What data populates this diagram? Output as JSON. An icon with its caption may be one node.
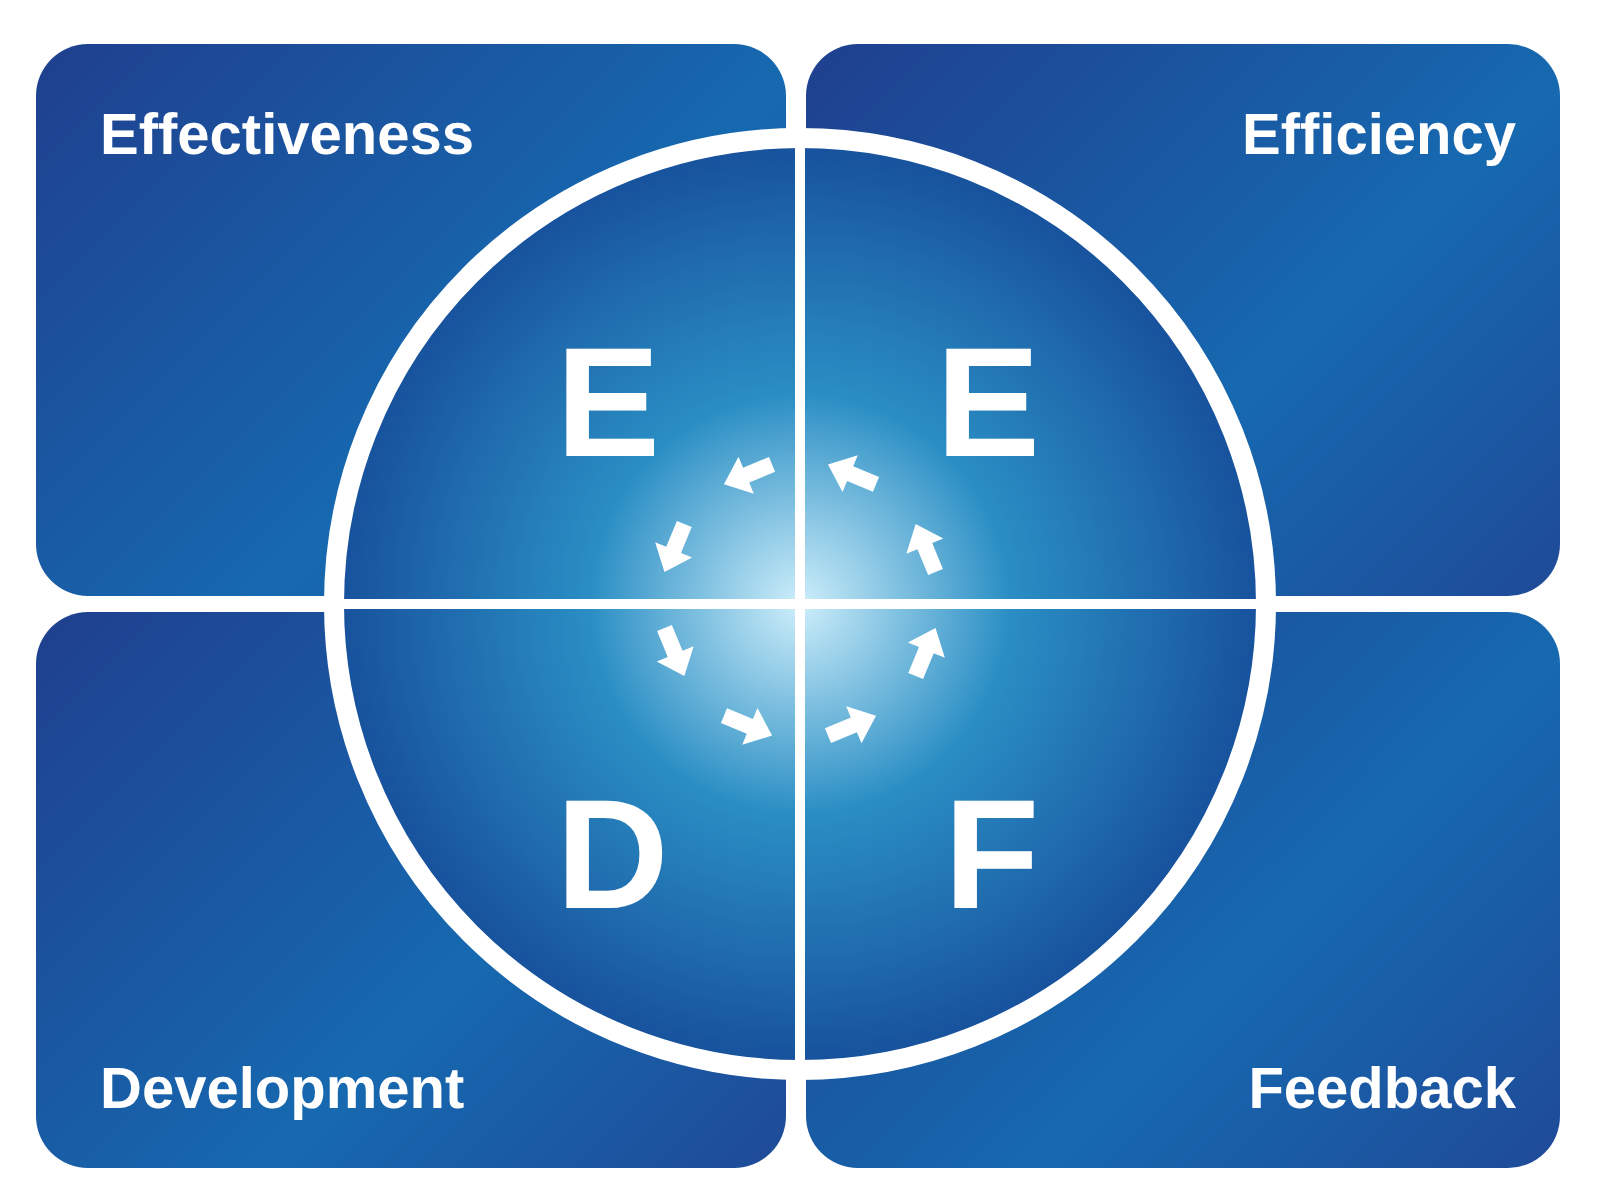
{
  "diagram": {
    "nodes": [
      {
        "text": [
          "Effectiveness"
        ]
      },
      {
        "text": [
          "Efficiency"
        ]
      },
      {
        "text": [
          "Development"
        ]
      },
      {
        "text": [
          "Feedback"
        ]
      },
      {
        "text": [],
        "shape": "circle"
      },
      {
        "text": [
          "E"
        ]
      },
      {
        "text": [
          "E"
        ]
      },
      {
        "text": [
          "D"
        ]
      },
      {
        "text": [
          "F"
        ]
      }
    ]
  }
}
